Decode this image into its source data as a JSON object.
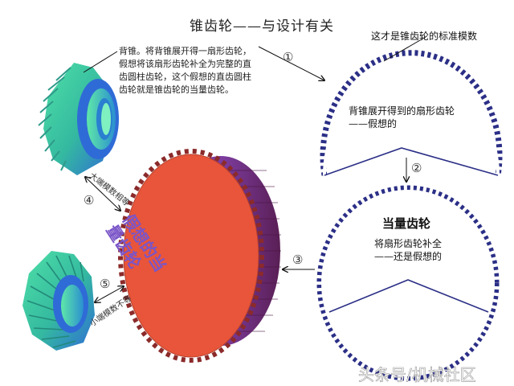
{
  "title": "锥齿轮——与设计有关",
  "back_cone_note": {
    "lines": [
      "背锥。将背锥展开得一扇形齿轮，",
      "假想将该扇形齿轮补全为完整的直",
      "齿圆柱齿轮，这个假想的直齿圆柱",
      "齿轮就是锥齿轮的当量齿轮。"
    ]
  },
  "standard_module_label": "这才是锥齿轮的标准模数",
  "sector_gear": {
    "label_line1": "背锥展开得到的扇形齿轮",
    "label_line2": "——假想的"
  },
  "equivalent_gear": {
    "title": "当量齿轮",
    "desc_line1": "将扇形齿轮补全",
    "desc_line2": "——还是假想的"
  },
  "center_gear_text": {
    "line1": "假想的当",
    "line2": "量齿轮"
  },
  "steps": {
    "s1": "①",
    "s2": "②",
    "s3": "③",
    "s4": "④",
    "s5": "⑤"
  },
  "large_end_label": "大端模数相等",
  "small_end_label": "小端模数不等",
  "watermark": "头条号/机械社区",
  "colors": {
    "outline_gear": "#2b2f86",
    "spur_gear_face": "#e8553a",
    "spur_gear_teeth": "#7b2a6a",
    "bevel_gear_green": "#3fd29a",
    "bevel_gear_blue": "#2f6bd6",
    "gear_text": "#7a55c8"
  }
}
